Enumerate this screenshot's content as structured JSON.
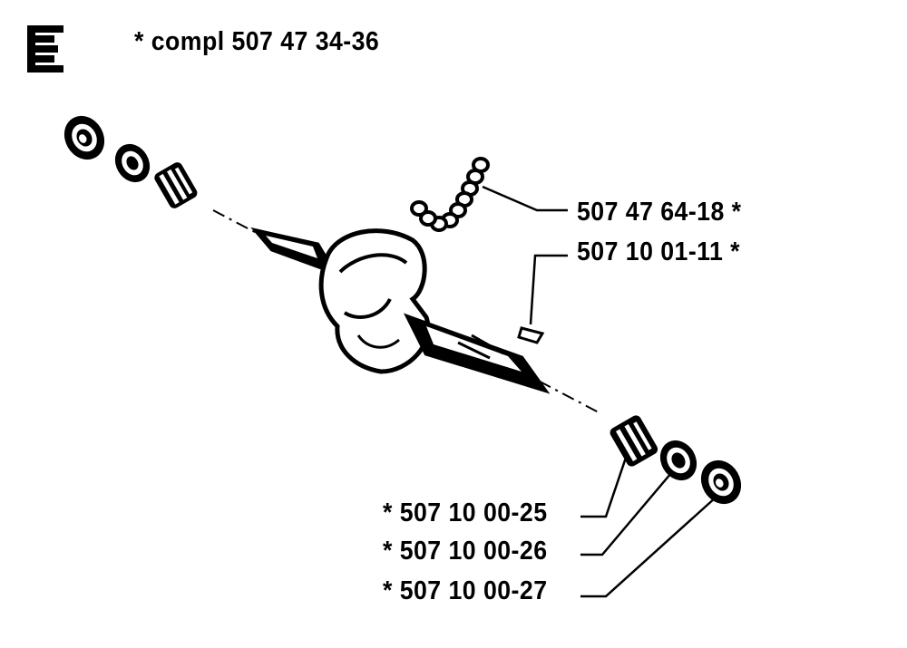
{
  "section_letter": "E",
  "assembly_label": "* compl 507 47 34-36",
  "callouts": [
    {
      "id": "needle-bearing",
      "text": "507 47 64-18  *"
    },
    {
      "id": "key",
      "text": "507 10 01-11  *"
    },
    {
      "id": "bearing-25",
      "text": "*  507 10 00-25"
    },
    {
      "id": "bearing-26",
      "text": "*  507 10 00-26"
    },
    {
      "id": "bearing-27",
      "text": "*  507 10 00-27"
    }
  ]
}
